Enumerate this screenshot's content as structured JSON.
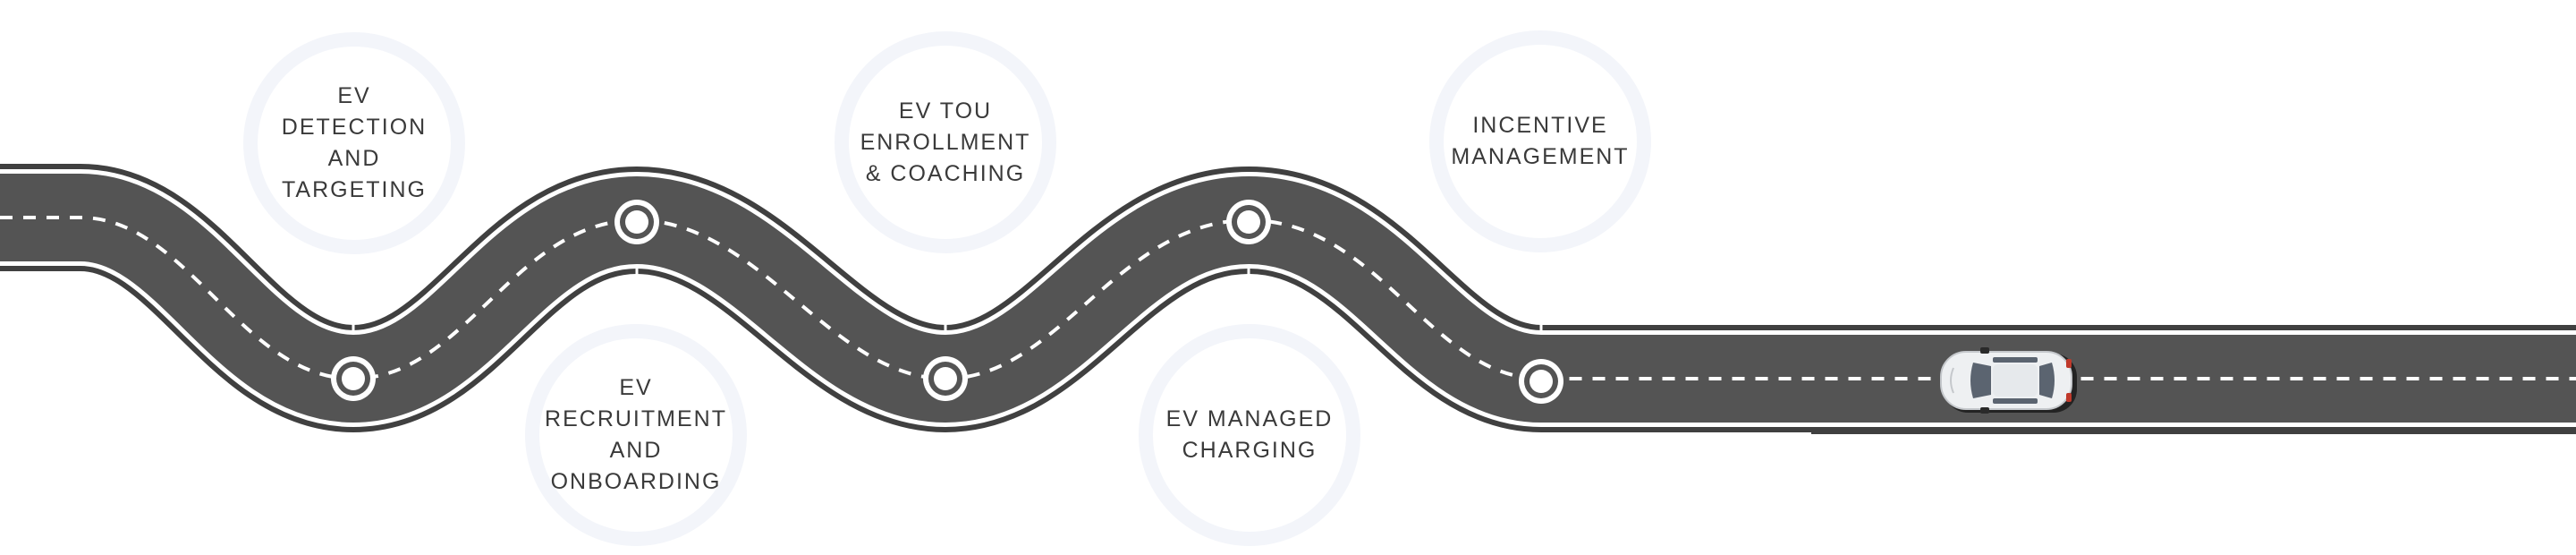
{
  "milestones": [
    {
      "id": "ev-detection-and-targeting",
      "label": "EV\nDETECTION\nAND\nTARGETING"
    },
    {
      "id": "ev-recruitment-and-onboarding",
      "label": "EV\nRECRUITMENT\nAND\nONBOARDING"
    },
    {
      "id": "ev-tou-enrollment-and-coaching",
      "label": "EV TOU\nENROLLMENT\n& COACHING"
    },
    {
      "id": "ev-managed-charging",
      "label": "EV MANAGED\nCHARGING"
    },
    {
      "id": "incentive-management",
      "label": "INCENTIVE\nMANAGEMENT"
    }
  ],
  "icons": {
    "road": "winding-road-icon",
    "car": "car-icon",
    "milestone_marker": "milestone-marker-icon"
  },
  "colors": {
    "asphalt": "#545454",
    "road_edge": "#ffffff",
    "road_outline": "#404040",
    "halo": "#f3f5fa",
    "text": "#3a3a3a",
    "car_body": "#eef0f2",
    "car_glass": "#5b6470"
  }
}
